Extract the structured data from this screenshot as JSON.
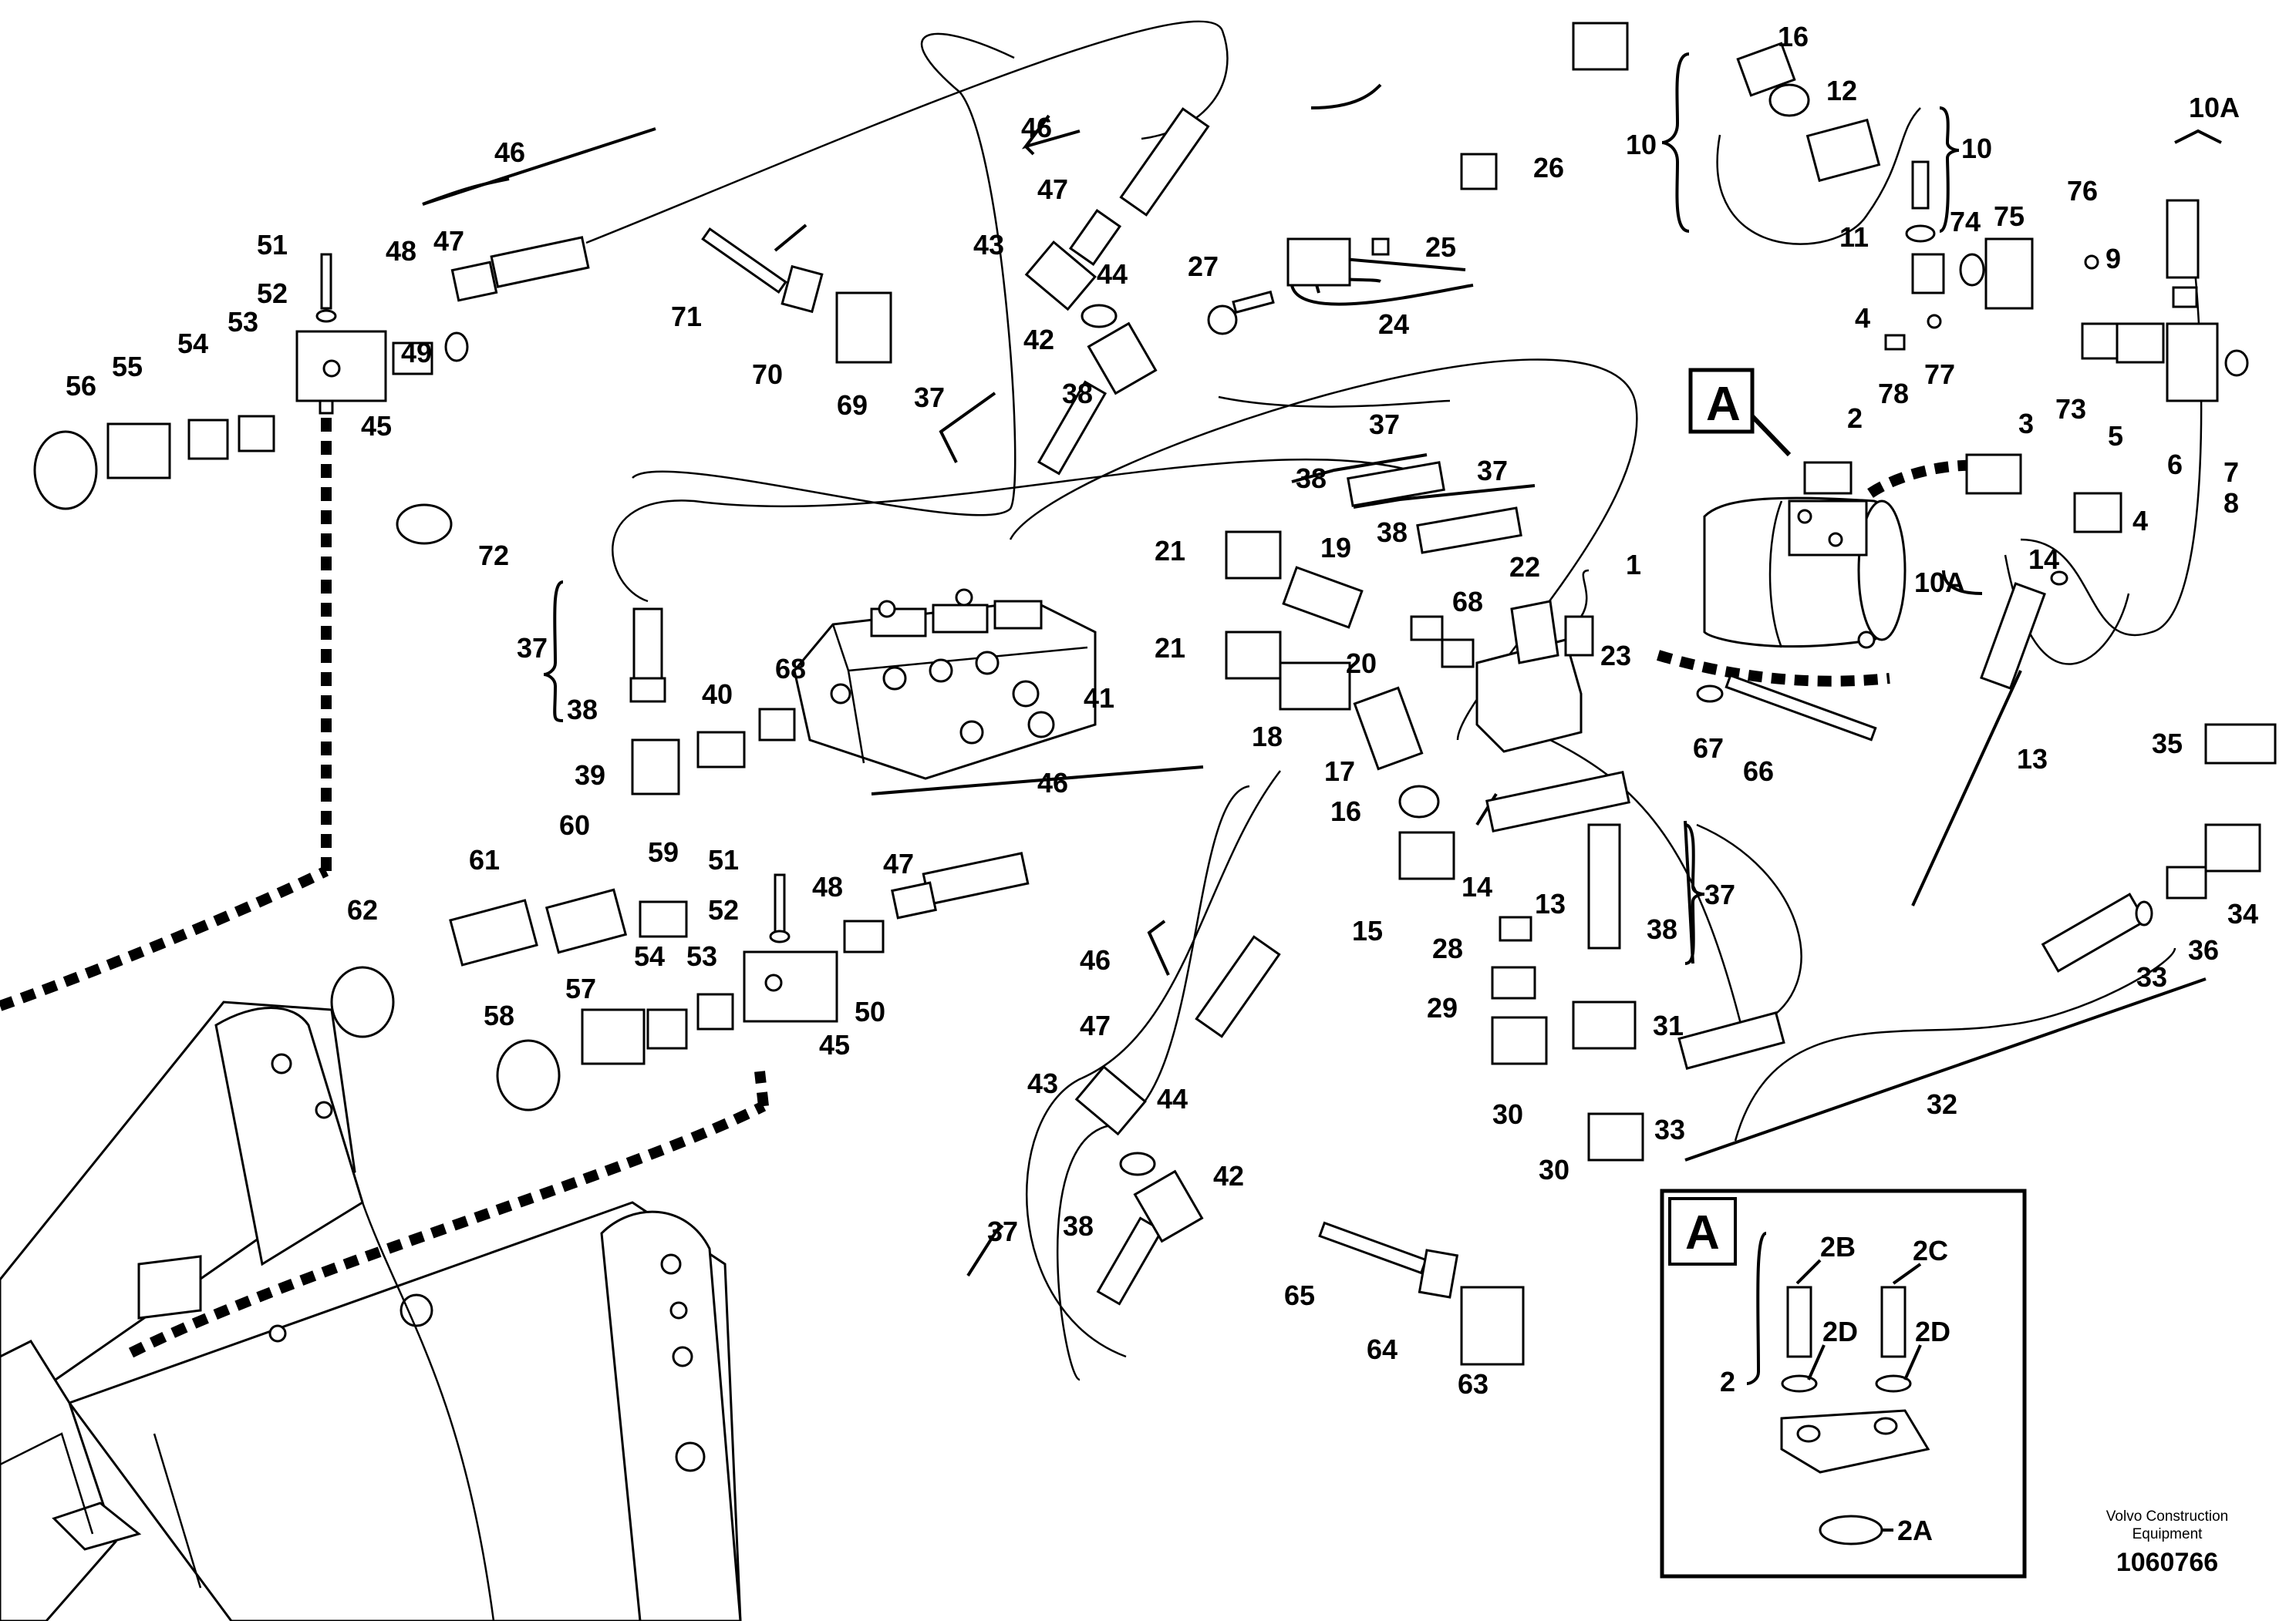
{
  "labels": [
    "1",
    "2",
    "3",
    "4",
    "4",
    "5",
    "6",
    "7",
    "8",
    "9",
    "10",
    "10",
    "10A",
    "10A",
    "11",
    "12",
    "13",
    "13",
    "14",
    "14",
    "15",
    "16",
    "16",
    "17",
    "18",
    "19",
    "20",
    "21",
    "21",
    "22",
    "23",
    "24",
    "25",
    "26",
    "27",
    "28",
    "29",
    "30",
    "30",
    "31",
    "32",
    "33",
    "33",
    "34",
    "35",
    "36",
    "37",
    "37",
    "37",
    "37",
    "37",
    "37",
    "38",
    "38",
    "38",
    "38",
    "38",
    "38",
    "39",
    "40",
    "41",
    "42",
    "42",
    "43",
    "43",
    "44",
    "44",
    "45",
    "45",
    "46",
    "46",
    "46",
    "46",
    "47",
    "47",
    "47",
    "47",
    "48",
    "48",
    "49",
    "50",
    "51",
    "51",
    "52",
    "52",
    "53",
    "53",
    "54",
    "54",
    "55",
    "56",
    "57",
    "58",
    "59",
    "60",
    "61",
    "62",
    "63",
    "64",
    "65",
    "66",
    "67",
    "68",
    "68",
    "69",
    "70",
    "71",
    "72",
    "73",
    "74",
    "75",
    "76",
    "77",
    "78"
  ],
  "detail": {
    "title": "A",
    "labels": [
      "2",
      "2A",
      "2B",
      "2C",
      "2D",
      "2D"
    ]
  },
  "callout": "A",
  "footer": {
    "brand_line1": "Volvo Construction",
    "brand_line2": "Equipment",
    "drawing_number": "1060766"
  }
}
